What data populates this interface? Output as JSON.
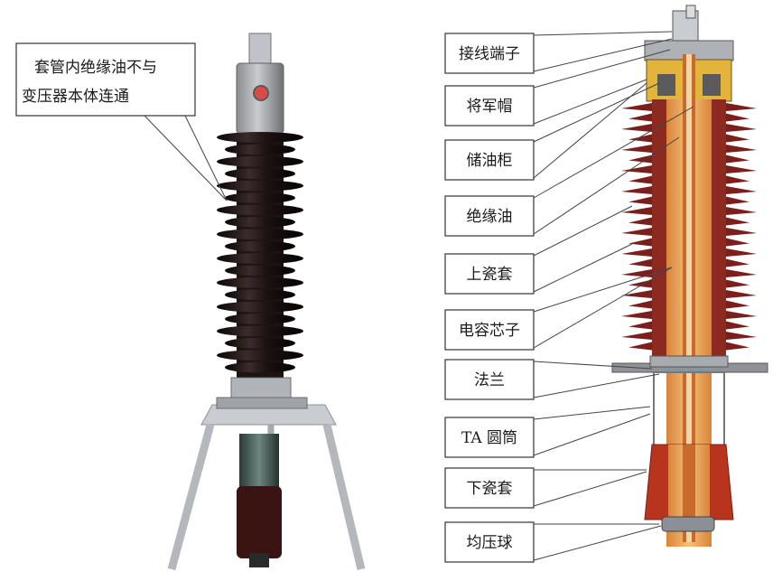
{
  "left_photo": {
    "callout_lines": [
      "套管内绝缘油不与",
      "变压器本体连通"
    ]
  },
  "right_diagram": {
    "labels": [
      "接线端子",
      "将军帽",
      "储油柜",
      "绝缘油",
      "上瓷套",
      "电容芯子",
      "法兰",
      "TA 圆筒",
      "下瓷套",
      "均压球"
    ]
  },
  "colors": {
    "porcelain": "#7a1f1c",
    "porcelain_dark": "#5a1412",
    "core": "#e8a35a",
    "conductor": "#c86a2a",
    "cap_yellow": "#e2b43a",
    "metal": "#9aa0a6"
  }
}
